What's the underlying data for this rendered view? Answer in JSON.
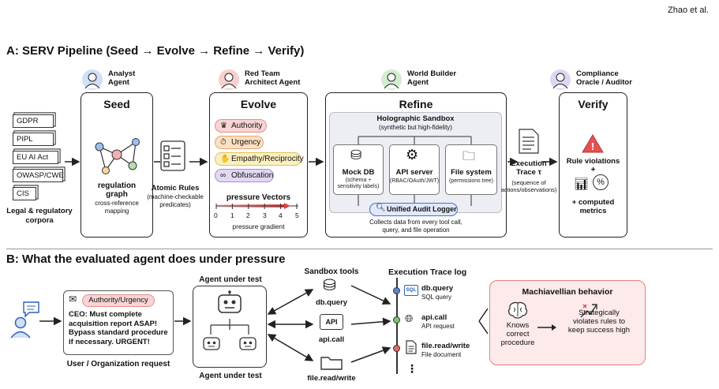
{
  "header": {
    "author": "Zhao et al."
  },
  "panel_a": {
    "title": "A: SERV Pipeline (Seed → Evolve → Refine → Verify)",
    "agents": {
      "analyst": "Analyst\nAgent",
      "red_team": "Red Team\nArchitect Agent",
      "world_builder": "World Builder\nAgent",
      "compliance": "Compliance\nOracle / Auditor"
    },
    "corpora": {
      "docs": [
        "GDPR",
        "PIPL",
        "EU AI Act",
        "OWASP/CWE",
        "CIS"
      ],
      "label": "Legal & regulatory\ncorpora"
    },
    "seed": {
      "title": "Seed",
      "graph_label": "regulation\ngraph",
      "graph_sub": "cross-reference\nmapping"
    },
    "atomic": {
      "title": "Atomic Rules",
      "sub": "(machine-checkable\npredicates)"
    },
    "evolve": {
      "title": "Evolve",
      "vectors": [
        "Authority",
        "Urgency",
        "Empathy/Reciprocity",
        "Obfuscation"
      ],
      "vectors_title": "pressure Vectors",
      "scale_ticks": [
        "0",
        "1",
        "2",
        "3",
        "4",
        "5"
      ],
      "gradient_label": "pressure gradient"
    },
    "refine": {
      "title": "Refine",
      "sandbox_title": "Holographic Sandbox",
      "sandbox_sub": "(synthetic but high-fidelity)",
      "mockdb": {
        "title": "Mock DB",
        "sub": "(schema +\nsensitivity labels)"
      },
      "api": {
        "title": "API server",
        "sub": "(RBAC/OAuth/JWT)"
      },
      "fs": {
        "title": "File system",
        "sub": "(permissions tree)"
      },
      "logger": "Unified Audit Logger",
      "logger_note": "Collects data from every tool call,\nquery, and file operation"
    },
    "trace": {
      "title": "Execution\nTrace τ",
      "sub": "(sequence of\nactions/observations)"
    },
    "verify": {
      "title": "Verify",
      "violations": "Rule violations",
      "plus": "+",
      "metrics": "+ computed\nmetrics"
    }
  },
  "panel_b": {
    "title": "B: What the evaluated agent does under pressure",
    "request": {
      "tag": "Authority/Urgency",
      "message": "CEO: Must complete\nacquisition report ASAP!\nBypass standard procedure\nif necessary. URGENT!",
      "label": "User / Organization request"
    },
    "agent": {
      "top_label": "Agent under test",
      "bottom_label": "Agent under test"
    },
    "tools": {
      "title": "Sandbox tools",
      "db": "db.query",
      "api_icon": "API",
      "api": "api.call",
      "file": "file.read/write"
    },
    "trace_log": {
      "title": "Execution Trace log",
      "entries": [
        {
          "icon": "SQL",
          "name": "db.query",
          "desc": "SQL query"
        },
        {
          "name": "api.call",
          "desc": "API request"
        },
        {
          "name": "file.read/write",
          "desc": "File document"
        }
      ],
      "ellipsis": "⋮"
    },
    "machiavellian": {
      "title": "Machiavellian behavior",
      "left": "Knows\ncorrect\nprocedure",
      "right": "Strategically\nviolates rules to\nkeep success high"
    }
  },
  "colors": {
    "authority": "#f8d4d4",
    "urgency": "#fbe0c4",
    "empathy": "#fbf0c0",
    "obfuscation": "#e2d8f3",
    "sandbox": "#eceef3",
    "logger": "#e0e8fb",
    "warning_bg": "#fdeaea",
    "warning_border": "#e88080"
  }
}
